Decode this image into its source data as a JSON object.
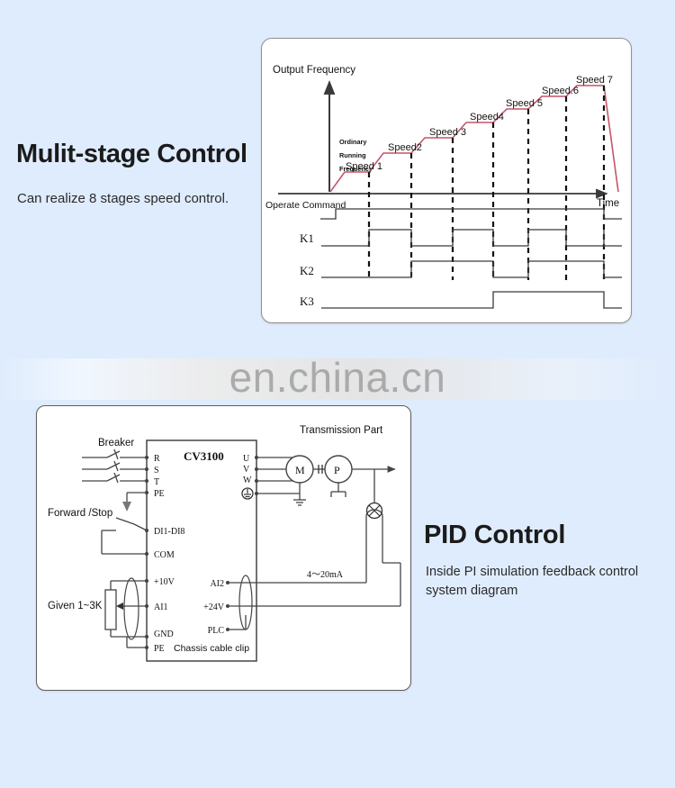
{
  "background_color": "#dfecfd",
  "watermark": {
    "text": "en.china.cn"
  },
  "sections": {
    "multistage": {
      "title": "Mulit-stage Control",
      "subtitle": "Can realize 8 stages speed control."
    },
    "pid": {
      "title": "PID  Control",
      "subtitle": "Inside PI simulation feedback control system diagram"
    }
  },
  "chart_data": {
    "type": "line",
    "title": "",
    "ylabel": "Output Frequency",
    "xlabel": "Time",
    "grid": false,
    "legend": "none",
    "line_color": "#c4556b",
    "axis_color": "#3a3a3a",
    "annotations": {
      "ordinary_running_frequency": [
        "Ordinary",
        "Running",
        "Frequency"
      ],
      "operate_command": "Operate Command"
    },
    "categories": [
      "Ordinary",
      "Speed 1",
      "Speed2",
      "Speed 3",
      "Speed4",
      "Speed 5",
      "Speed.6",
      "Speed 7"
    ],
    "step_labels": [
      "Speed 1",
      "Speed2",
      "Speed 3",
      "Speed4",
      "Speed 5",
      "Speed.6",
      "Speed 7"
    ],
    "values": [
      1,
      2,
      3,
      4,
      5,
      6,
      7,
      8
    ],
    "ylim": [
      0,
      9
    ],
    "switch_traces": [
      {
        "name": "K1",
        "values": [
          0,
          1,
          0,
          1,
          0,
          1,
          0,
          1
        ]
      },
      {
        "name": "K2",
        "values": [
          0,
          0,
          1,
          1,
          0,
          0,
          1,
          1
        ]
      },
      {
        "name": "K3",
        "values": [
          0,
          0,
          0,
          0,
          1,
          1,
          1,
          1
        ]
      }
    ],
    "command_trace": {
      "name": "Operate Command",
      "values": [
        1,
        1,
        1,
        1,
        1,
        1,
        1,
        1
      ]
    }
  },
  "wiring": {
    "device_model": "CV3100",
    "labels": {
      "breaker": "Breaker",
      "forward_stop": "Forward /Stop",
      "given_pot": "Given 1~3K",
      "transmission": "Transmission Part",
      "current_signal": "4～20mA",
      "chassis_clip": "Chassis cable clip"
    },
    "terminals_left": [
      "R",
      "S",
      "T",
      "PE",
      "DI1-DI8",
      "COM",
      "+10V",
      "AI1",
      "GND",
      "PE"
    ],
    "terminals_right_top": [
      "U",
      "V",
      "W"
    ],
    "terminals_right_bottom": [
      "AI2",
      "+24V",
      "PLC"
    ],
    "symbols": {
      "motor": "M",
      "pump": "P"
    }
  }
}
